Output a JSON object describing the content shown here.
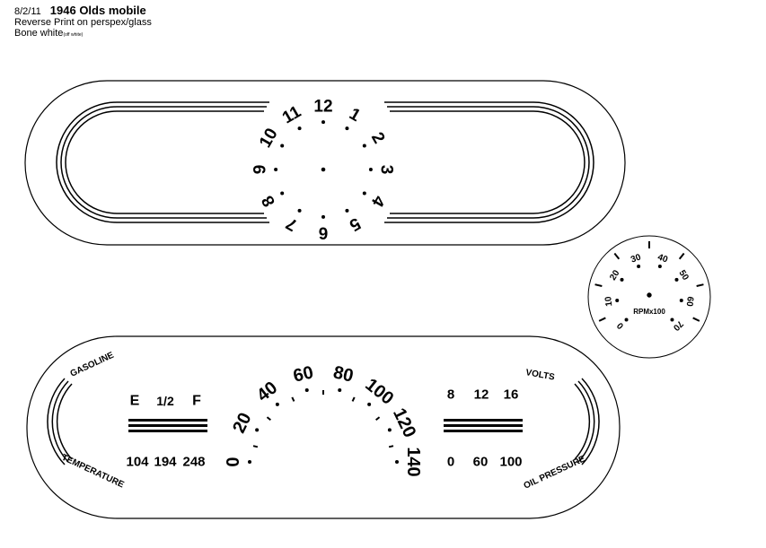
{
  "header": {
    "date": "8/2/11",
    "title": "1946 Olds mobile",
    "line2": "Reverse Print on perspex/glass",
    "line3": "Bone white",
    "line3_note": "(off white)"
  },
  "clock": {
    "numerals": [
      "12",
      "1",
      "2",
      "3",
      "4",
      "5",
      "6",
      "7",
      "8",
      "9",
      "10",
      "11"
    ]
  },
  "tachometer": {
    "label": "RPMx100",
    "numerals": [
      "0",
      "10",
      "20",
      "30",
      "40",
      "50",
      "60",
      "70"
    ]
  },
  "speedometer": {
    "numerals": [
      "0",
      "20",
      "40",
      "60",
      "80",
      "100",
      "120",
      "140"
    ]
  },
  "fuel_temp": {
    "title_top": "GASOLINE",
    "title_bottom": "TEMPERATURE",
    "fuel_marks": [
      "E",
      "1/2",
      "F"
    ],
    "temp_marks": [
      "104",
      "194",
      "248"
    ]
  },
  "volts_oil": {
    "title_top": "VOLTS",
    "title_bottom": "OIL PRESSURE",
    "volt_marks": [
      "8",
      "12",
      "16"
    ],
    "oil_marks": [
      "0",
      "60",
      "100"
    ]
  }
}
